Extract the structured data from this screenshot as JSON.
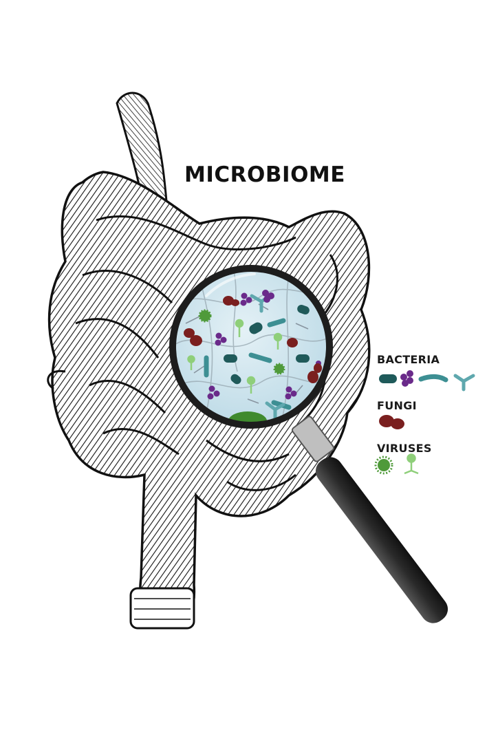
{
  "title": "MICROBIOME",
  "legend": {
    "bacteria": {
      "label": "BACTERIA",
      "icons": [
        "rod-bacterium-icon",
        "coccus-cluster-icon",
        "curved-rod-bacterium-icon",
        "branched-bacterium-icon"
      ]
    },
    "fungi": {
      "label": "FUNGI",
      "icons": [
        "budding-yeast-icon"
      ]
    },
    "viruses": {
      "label": "VIRUSES",
      "icons": [
        "spiked-virus-icon",
        "bacteriophage-icon"
      ]
    }
  },
  "colors": {
    "bacteria_rod": "#1f5a5a",
    "bacteria_cocci": "#6a2a8a",
    "bacteria_curved": "#3d8f93",
    "bacteria_branched": "#5fa8ae",
    "fungi": "#7a1f1f",
    "virus_spiked": "#4f9a3a",
    "phage": "#8fcf7a",
    "lens_fill": "#cfe6ef",
    "handle": "#2b2b2b"
  }
}
